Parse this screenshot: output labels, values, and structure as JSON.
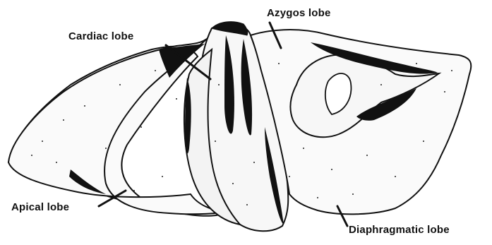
{
  "labels": {
    "cardiac": "Cardiac lobe",
    "azygos": "Azygos lobe",
    "apical": "Apical lobe",
    "diaphragmatic": "Diaphragmatic lobe"
  },
  "colors": {
    "ink": "#111111",
    "paper": "#ffffff",
    "lobe_fill": "#fafafa"
  }
}
